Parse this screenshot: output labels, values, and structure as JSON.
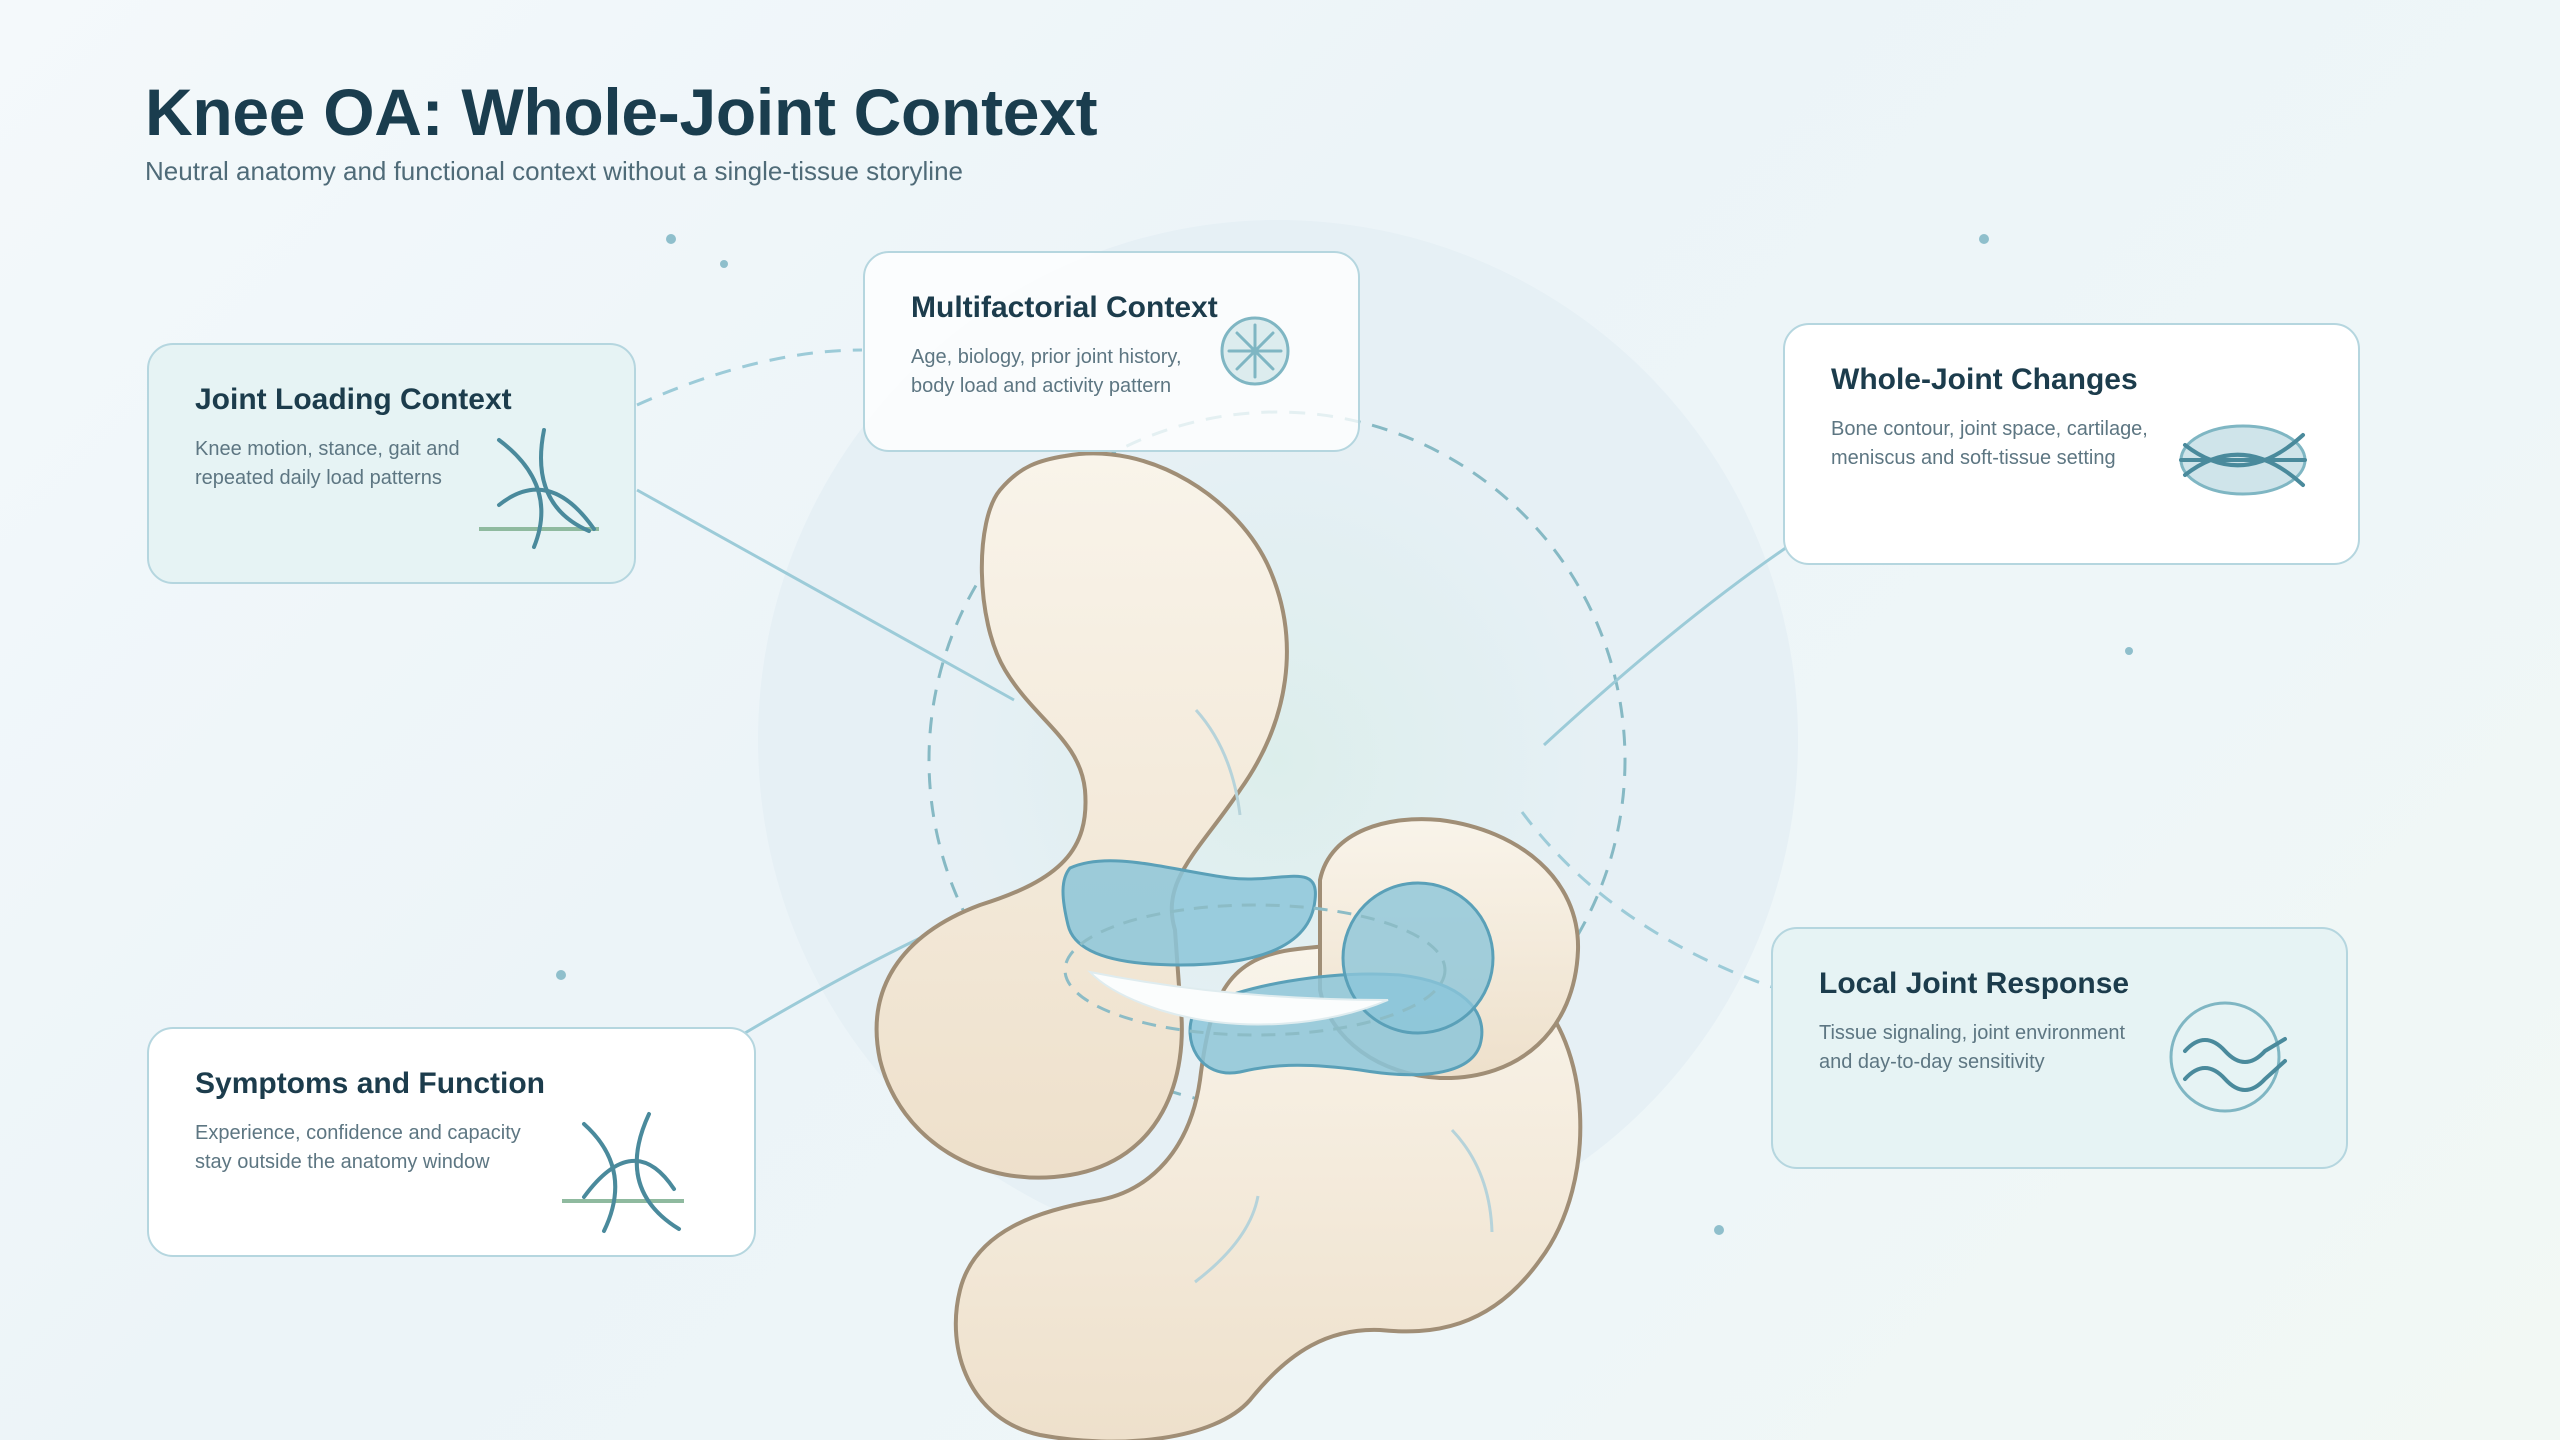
{
  "header": {
    "title": "Knee OA: Whole-Joint Context",
    "subtitle": "Neutral anatomy and functional context without a single-tissue storyline"
  },
  "cards": {
    "joint_loading": {
      "title": "Joint Loading Context",
      "body_line1": "Knee motion, stance, gait and",
      "body_line2": "repeated daily load patterns",
      "icon": "loading-arcs-icon"
    },
    "multifactorial": {
      "title": "Multifactorial Context",
      "body_line1": "Age, biology, prior joint history,",
      "body_line2": "body load and activity pattern",
      "icon": "asterisk-circle-icon"
    },
    "whole_joint": {
      "title": "Whole-Joint Changes",
      "body_line1": "Bone contour, joint space, cartilage,",
      "body_line2": "meniscus and soft-tissue setting",
      "icon": "joint-space-icon"
    },
    "local_response": {
      "title": "Local Joint Response",
      "body_line1": "Tissue signaling, joint environment",
      "body_line2": "and day-to-day sensitivity",
      "icon": "wave-circle-icon"
    },
    "symptoms": {
      "title": "Symptoms and Function",
      "body_line1": "Experience, confidence and capacity",
      "body_line2": "stay outside the anatomy window",
      "icon": "function-arcs-icon"
    }
  },
  "colors": {
    "heading": "#1a3d4e",
    "card_border": "#b5d6df",
    "connector": "#9ccbd8",
    "bone_fill": "#f4ebdc",
    "bone_stroke": "#a08e76",
    "cartilage": "#8cc6d9",
    "icon_stroke": "#4a8a9c",
    "icon_ground": "#8fba9f"
  }
}
